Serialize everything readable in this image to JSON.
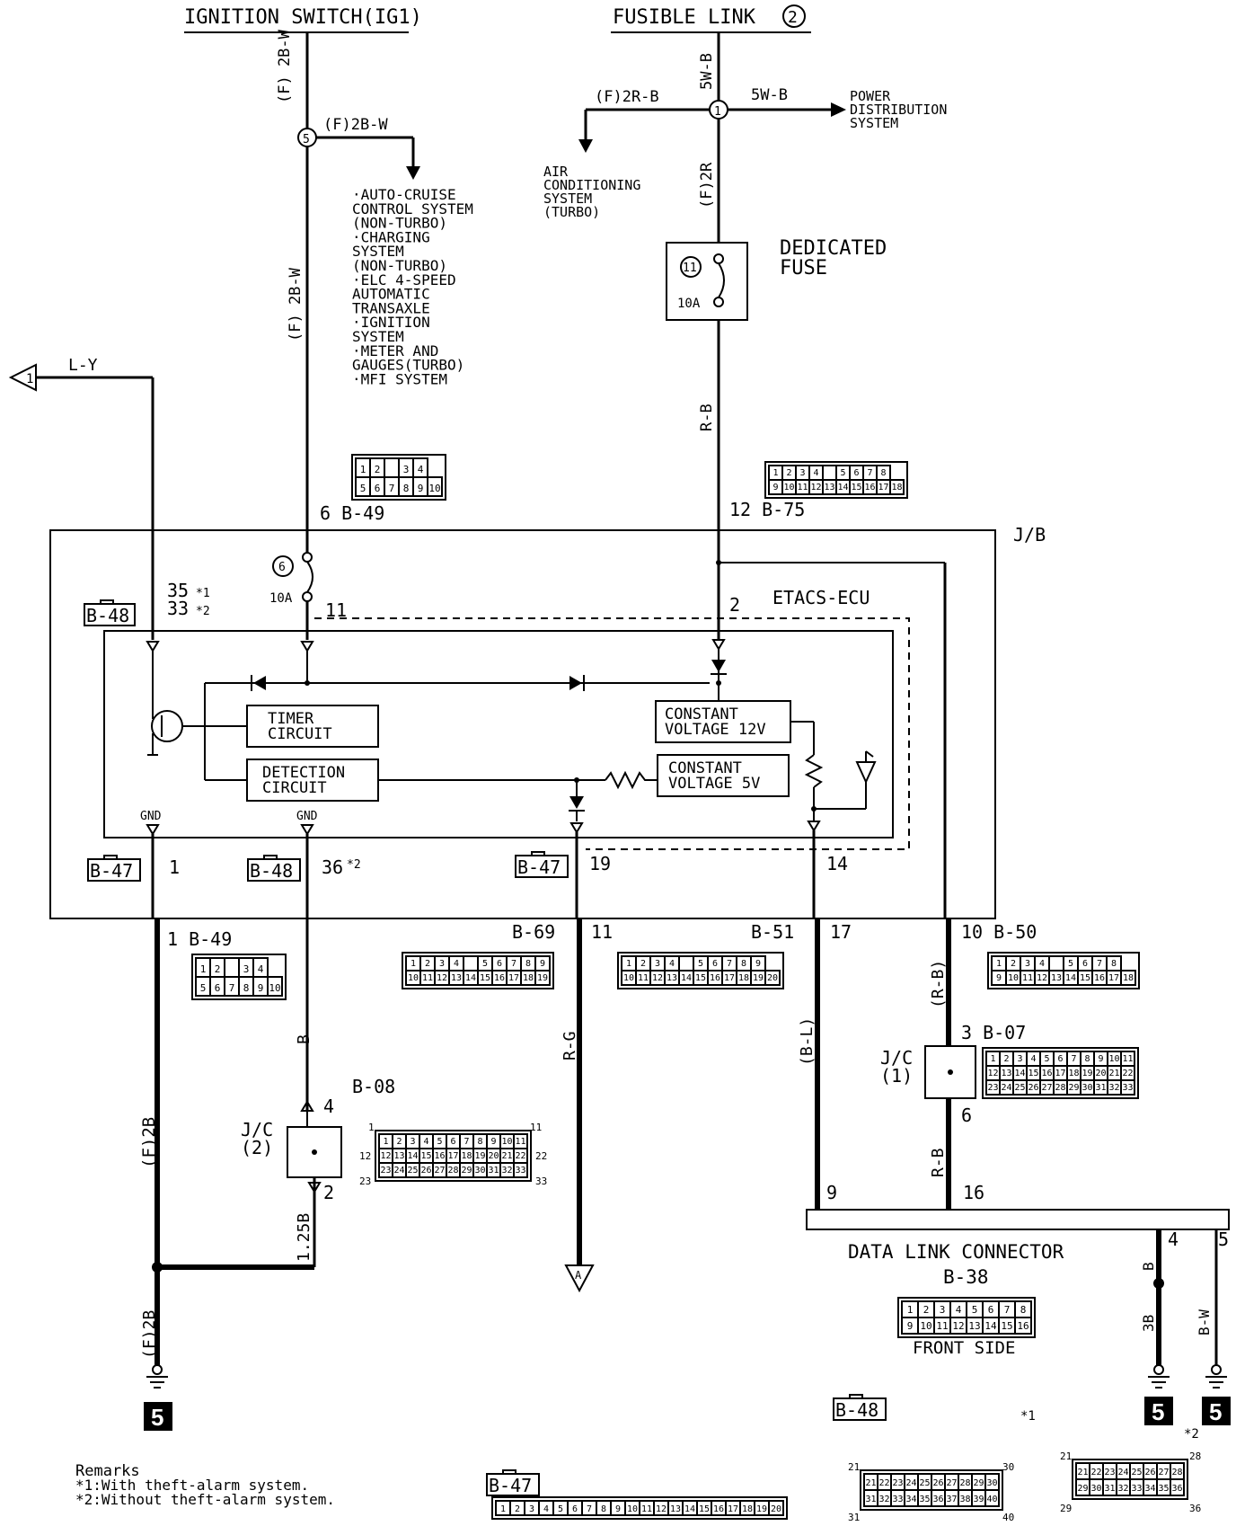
{
  "sources": {
    "ignition": "IGNITION SWITCH(IG1)",
    "fusible": "FUSIBLE LINK",
    "fusible_num": "2"
  },
  "wires": {
    "f2bw_top": "(F) 2B-W",
    "f2bw_branch": "(F)2B-W",
    "f2bw_mid": "(F) 2B-W",
    "w5wb_v": "5W-B",
    "w5wb_h": "5W-B",
    "f2rb": "(F)2R-B",
    "f2r": "(F)2R",
    "rb_top": "R-B",
    "ly": "L-Y",
    "f2b_left": "(F)2B",
    "f2b_bottom": "(F)2B",
    "b_mid": "B",
    "w125b": "1.25B",
    "rg": "R-G",
    "bl": "(B-L)",
    "rb_paren": "(R-B)",
    "rb_low": "R-B",
    "b_right": "B",
    "b3": "3B",
    "bw": "B-W"
  },
  "junctions": {
    "j5": "5",
    "j1": "1",
    "fuse11": "11",
    "fuse6": "6",
    "arrow1": "1",
    "arrowA": "A"
  },
  "labels": {
    "power_dist": [
      "POWER",
      "DISTRIBUTION",
      "SYSTEM"
    ],
    "aircon": [
      "AIR",
      "CONDITIONING",
      "SYSTEM",
      "(TURBO)"
    ],
    "systems": [
      "·AUTO-CRUISE",
      " CONTROL SYSTEM",
      " (NON-TURBO)",
      "·CHARGING",
      " SYSTEM",
      " (NON-TURBO)",
      "·ELC 4-SPEED",
      " AUTOMATIC",
      " TRANSAXLE",
      "·IGNITION",
      " SYSTEM",
      "·METER AND",
      " GAUGES(TURBO)",
      "·MFI SYSTEM"
    ],
    "dedicated_fuse": [
      "DEDICATED",
      "FUSE"
    ],
    "fuse_10a_top": "10A",
    "fuse_10a_jb": "10A",
    "jb": "J/B",
    "etacs": "ETACS-ECU",
    "timer": [
      "TIMER",
      "CIRCUIT"
    ],
    "detection": [
      "DETECTION",
      "CIRCUIT"
    ],
    "cv12": [
      "CONSTANT",
      "VOLTAGE 12V"
    ],
    "cv5": [
      "CONSTANT",
      "VOLTAGE 5V"
    ],
    "gnd1": "GND",
    "gnd2": "GND",
    "jc1": [
      "J/C",
      "(1)"
    ],
    "jc2": [
      "J/C",
      "(2)"
    ],
    "dlc": "DATA LINK CONNECTOR",
    "front_side": "FRONT SIDE",
    "ground_num": "5"
  },
  "pins": {
    "p6b49": "6 B-49",
    "p12b75": "12 B-75",
    "p11": "11",
    "p2": "2",
    "p35": "35",
    "p35n": "*1",
    "p33": "33",
    "p33n": "*2",
    "p1": "1",
    "p36": "36",
    "p36n": "*2",
    "p19": "19",
    "p14": "14",
    "p1b49": "1 B-49",
    "pb69": "B-69",
    "p11b": "11",
    "pb51": "B-51",
    "p17": "17",
    "p10b50": "10 B-50",
    "p3b07": "3 B-07",
    "p6": "6",
    "p4": "4",
    "p2b": "2",
    "b08": "B-08",
    "p9": "9",
    "p16": "16",
    "p4d": "4",
    "p5d": "5",
    "b38": "B-38",
    "note1": "*1",
    "note2": "*2"
  },
  "connectors": {
    "b48a": "B-48",
    "b47a": "B-47",
    "b48b": "B-48",
    "b47b": "B-47",
    "b48c": "B-48",
    "b47c": "B-47"
  },
  "remarks": {
    "title": "Remarks",
    "r1": "*1:With theft-alarm system.",
    "r2": "*2:Without theft-alarm system."
  },
  "connector_grids": {
    "b49_top": [
      [
        "1",
        "2",
        "",
        "3",
        "4"
      ],
      [
        "5",
        "6",
        "7",
        "8",
        "9",
        "10"
      ]
    ],
    "b75": [
      [
        "1",
        "2",
        "3",
        "4",
        "",
        "5",
        "6",
        "7",
        "8"
      ],
      [
        "9",
        "10",
        "11",
        "12",
        "13",
        "14",
        "15",
        "16",
        "17",
        "18"
      ]
    ],
    "b49_bot": [
      [
        "1",
        "2",
        "",
        "3",
        "4"
      ],
      [
        "5",
        "6",
        "7",
        "8",
        "9",
        "10"
      ]
    ],
    "b69": [
      [
        "1",
        "2",
        "3",
        "4",
        "",
        "5",
        "6",
        "7",
        "8",
        "9"
      ],
      [
        "10",
        "11",
        "12",
        "13",
        "14",
        "15",
        "16",
        "17",
        "18",
        "19"
      ]
    ],
    "b51": [
      [
        "1",
        "2",
        "3",
        "4",
        "",
        "5",
        "6",
        "7",
        "8",
        "9"
      ],
      [
        "10",
        "11",
        "12",
        "13",
        "14",
        "15",
        "16",
        "17",
        "18",
        "19",
        "20"
      ]
    ],
    "b50": [
      [
        "1",
        "2",
        "3",
        "4",
        "",
        "5",
        "6",
        "7",
        "8"
      ],
      [
        "9",
        "10",
        "11",
        "12",
        "13",
        "14",
        "15",
        "16",
        "17",
        "18"
      ]
    ],
    "b07": [
      [
        "1",
        "2",
        "3",
        "4",
        "5",
        "6",
        "7",
        "8",
        "9",
        "10",
        "11"
      ],
      [
        "12",
        "13",
        "14",
        "15",
        "16",
        "17",
        "18",
        "19",
        "20",
        "21",
        "22"
      ],
      [
        "23",
        "24",
        "25",
        "26",
        "27",
        "28",
        "29",
        "30",
        "31",
        "32",
        "33"
      ]
    ],
    "b08": [
      [
        "1",
        "2",
        "3",
        "4",
        "5",
        "6",
        "7",
        "8",
        "9",
        "10",
        "11"
      ],
      [
        "12",
        "13",
        "14",
        "15",
        "16",
        "17",
        "18",
        "19",
        "20",
        "21",
        "22"
      ],
      [
        "23",
        "24",
        "25",
        "26",
        "27",
        "28",
        "29",
        "30",
        "31",
        "32",
        "33"
      ]
    ],
    "b08_edges": [
      "1",
      "11",
      "12",
      "22",
      "23",
      "33"
    ],
    "b38": [
      [
        "1",
        "2",
        "3",
        "4",
        "5",
        "6",
        "7",
        "8"
      ],
      [
        "9",
        "10",
        "11",
        "12",
        "13",
        "14",
        "15",
        "16"
      ]
    ],
    "b47": [
      "1",
      "2",
      "3",
      "4",
      "5",
      "6",
      "7",
      "8",
      "9",
      "10",
      "11",
      "12",
      "13",
      "14",
      "15",
      "16",
      "17",
      "18",
      "19",
      "20"
    ],
    "b48_1": [
      [
        "21",
        "22",
        "23",
        "24",
        "25",
        "26",
        "27",
        "28",
        "29",
        "30"
      ],
      [
        "31",
        "32",
        "33",
        "34",
        "35",
        "36",
        "37",
        "38",
        "39",
        "40"
      ]
    ],
    "b48_1_edges": [
      "21",
      "30",
      "31",
      "40"
    ],
    "b48_2": [
      [
        "21",
        "22",
        "23",
        "24",
        "25",
        "26",
        "27",
        "28"
      ],
      [
        "29",
        "30",
        "31",
        "32",
        "33",
        "34",
        "35",
        "36"
      ]
    ],
    "b48_2_edges": [
      "21",
      "28",
      "29",
      "36"
    ]
  }
}
